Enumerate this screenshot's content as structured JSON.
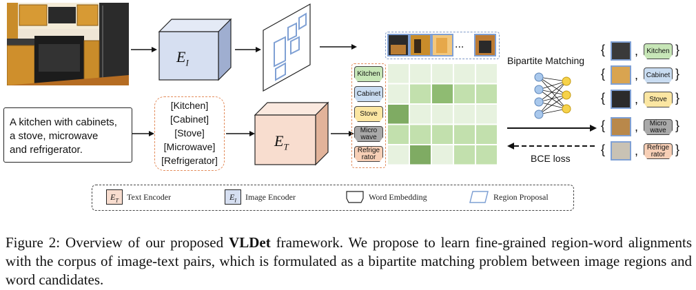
{
  "figure": {
    "text_input": [
      "A kitchen with cabinets,",
      "a stove, microwave",
      "and refrigerator."
    ],
    "word_list": [
      "[Kitchen]",
      "[Cabinet]",
      "[Stove]",
      "[Microwave]",
      "[Refrigerator]"
    ],
    "image_encoder_label": "E_I",
    "text_encoder_label": "E_T",
    "ellipsis": "...",
    "bipartite_label": "Bipartite Matching",
    "bce_label": "BCE loss",
    "words": [
      {
        "line1": "Kitchen",
        "line2": "",
        "color": "#c7e6b7"
      },
      {
        "line1": "Cabinet",
        "line2": "",
        "color": "#c9dcf1"
      },
      {
        "line1": "Stove",
        "line2": "",
        "color": "#fbe6a2"
      },
      {
        "line1": "Micro",
        "line2": "wave",
        "color": "#a9a9a9"
      },
      {
        "line1": "Refrige",
        "line2": "rator",
        "color": "#f7cfb6"
      }
    ],
    "similarity_matrix": [
      [
        0,
        0,
        0,
        0,
        0
      ],
      [
        0,
        1,
        2,
        1,
        1
      ],
      [
        3,
        0,
        0,
        0,
        0
      ],
      [
        1,
        1,
        1,
        1,
        1
      ],
      [
        0,
        3,
        0,
        1,
        1
      ]
    ],
    "matrix_header_row": [
      1,
      1,
      1,
      1,
      1
    ],
    "legend": {
      "text_encoder": "Text Encoder",
      "image_encoder": "Image Encoder",
      "word_embedding": "Word Embedding",
      "region_proposal": "Region Proposal"
    }
  },
  "caption": {
    "label": "Figure 2:",
    "pre": "Overview of our proposed",
    "bold": "VLDet",
    "post": "framework. We propose to learn fine-grained region-word alignments with the corpus of image-text pairs, which is formulated as a bipartite matching problem between image regions and word candidates."
  },
  "colors": {
    "image_encoder": "#d6dff1",
    "text_encoder": "#f8ddcf",
    "matrix_light": "#e7f2df",
    "matrix_mid": "#c2e0ad",
    "matrix_dark": "#7fab63",
    "node_blue": "#a9c8ec",
    "node_orange": "#f6d24a"
  }
}
